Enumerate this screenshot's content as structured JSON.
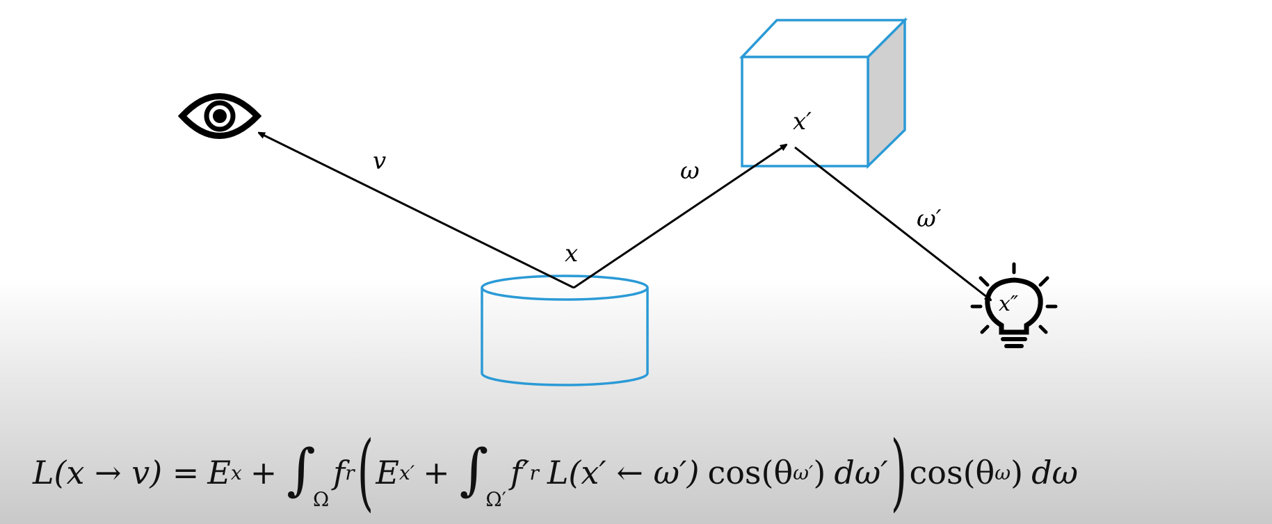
{
  "labels": {
    "v": "v",
    "x": "x",
    "omega": "ω",
    "x_prime": "x′",
    "omega_prime": "ω′",
    "x_double_prime": "x″"
  },
  "equation": {
    "lhs": "L(x → v) =",
    "E": "E",
    "E_sub": "x",
    "plus1": "+",
    "int1": "∫",
    "int1_sub": "Ω",
    "fr": "f",
    "fr_sub": "r",
    "lparen": "(",
    "E2": "E",
    "E2_sub": "x′",
    "plus2": "+",
    "int2": "∫",
    "int2_sub": "Ω′",
    "fr2": "f′",
    "fr2_sub": "r",
    "inner": "L(x′ ← ω′)",
    "cos1": "cos(θ",
    "cos1_sub": "ω′",
    "cos1_end": ")",
    "dw1": "dω′",
    "rparen": ")",
    "cos2": "cos(θ",
    "cos2_sub": "ω",
    "cos2_end": ")",
    "dw2": "dω"
  },
  "colors": {
    "shape_stroke": "#2b9ad6",
    "cube_side": "#d0d0d0",
    "arrow": "#000000"
  }
}
